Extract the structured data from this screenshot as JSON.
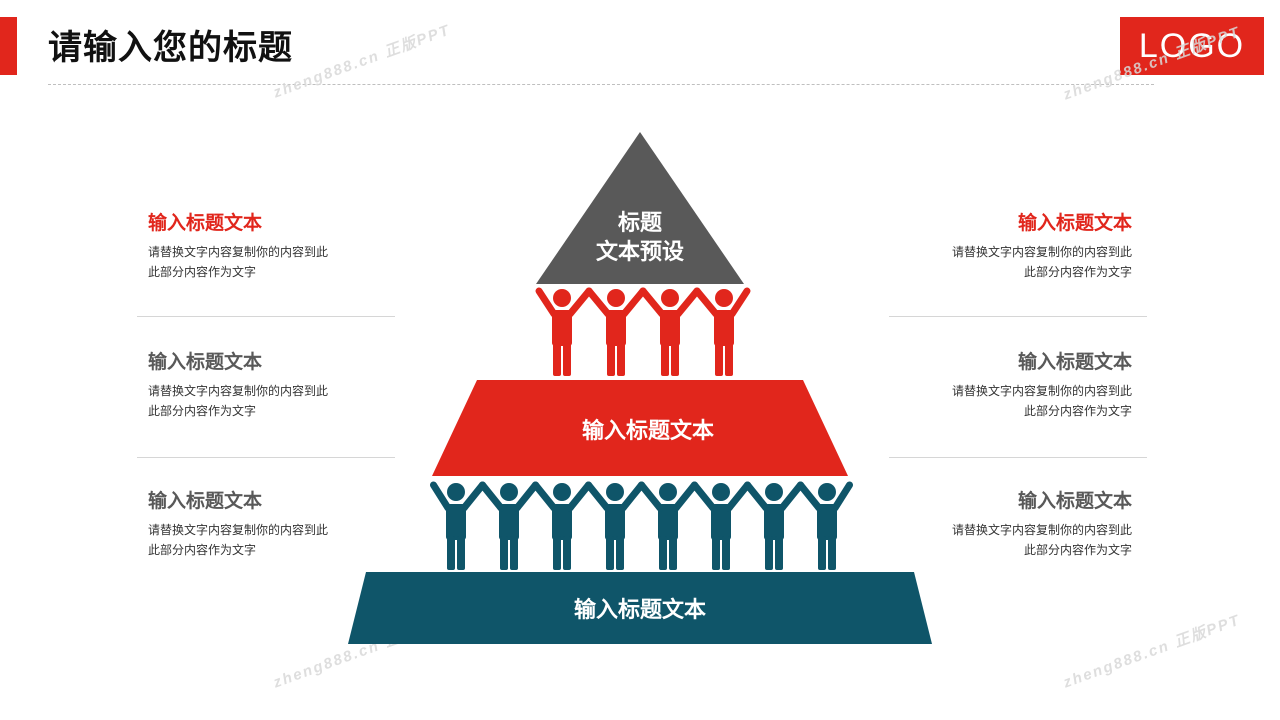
{
  "page_title": "请输入您的标题",
  "logo": "LOGO",
  "watermark": "zheng888.cn 正版PPT",
  "colors": {
    "red": "#e1261c",
    "gray": "#595959",
    "teal": "#0f5569"
  },
  "pyramid": {
    "top_label": [
      "标题",
      "文本预设"
    ],
    "middle_label": "输入标题文本",
    "bottom_label": "输入标题文本"
  },
  "left_blocks": [
    {
      "title": "输入标题文本",
      "line1": "请替换文字内容复制你的内容到此",
      "line2": "此部分内容作为文字"
    },
    {
      "title": "输入标题文本",
      "line1": "请替换文字内容复制你的内容到此",
      "line2": "此部分内容作为文字"
    },
    {
      "title": "输入标题文本",
      "line1": "请替换文字内容复制你的内容到此",
      "line2": "此部分内容作为文字"
    }
  ],
  "right_blocks": [
    {
      "title": "输入标题文本",
      "line1": "请替换文字内容复制你的内容到此",
      "line2": "此部分内容作为文字"
    },
    {
      "title": "输入标题文本",
      "line1": "请替换文字内容复制你的内容到此",
      "line2": "此部分内容作为文字"
    },
    {
      "title": "输入标题文本",
      "line1": "请替换文字内容复制你的内容到此",
      "line2": "此部分内容作为文字"
    }
  ]
}
